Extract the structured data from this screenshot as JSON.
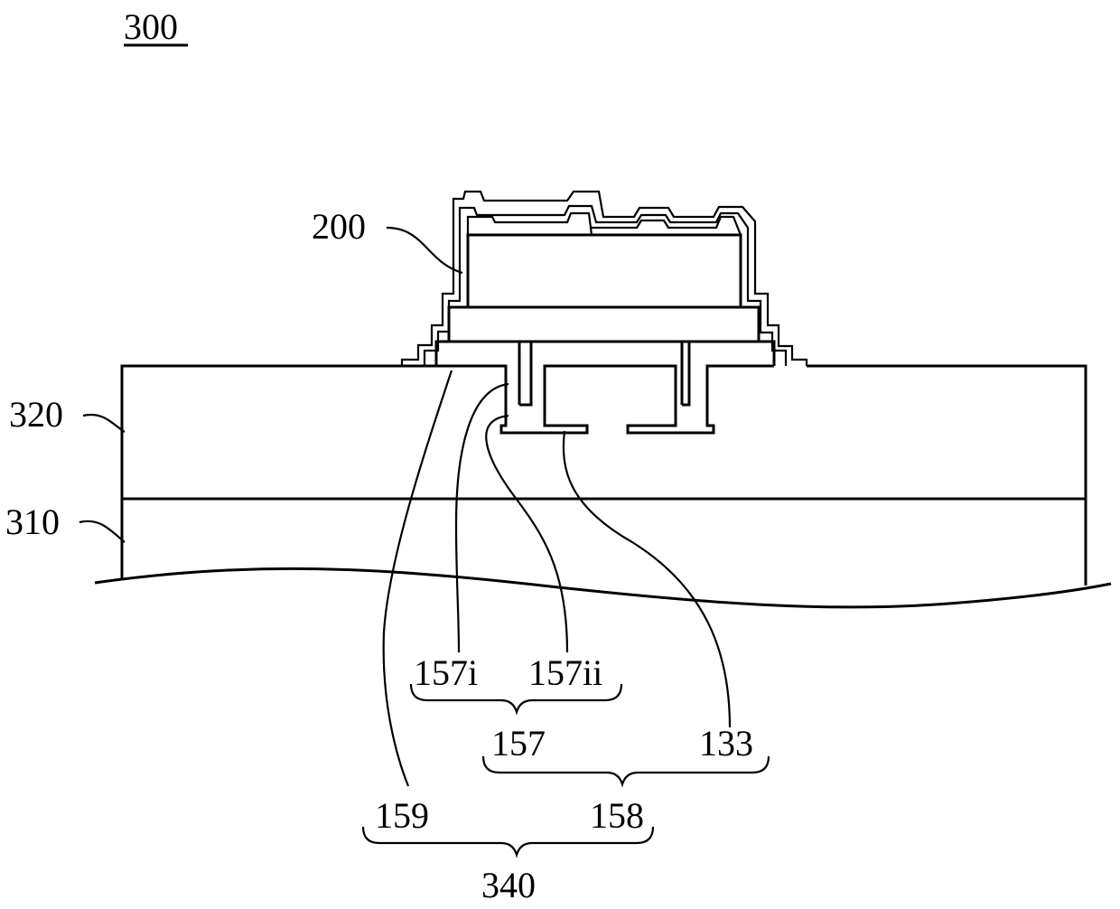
{
  "figure": {
    "ref": "300",
    "labels": {
      "chip": "200",
      "layer_upper": "320",
      "layer_lower": "310",
      "l157i": "157i",
      "l157ii": "157ii",
      "l157": "157",
      "l133": "133",
      "l159": "159",
      "l158": "158",
      "l340": "340"
    }
  },
  "colors": {
    "line": "#000000",
    "background": "#ffffff"
  }
}
